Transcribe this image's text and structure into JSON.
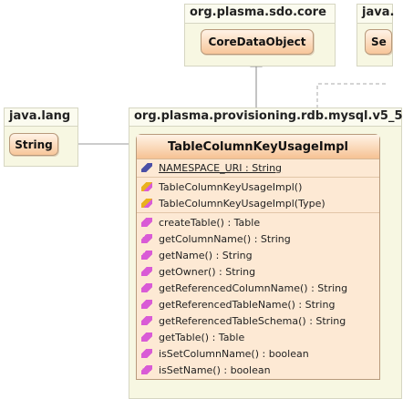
{
  "packages": {
    "core": {
      "name": "org.plasma.sdo.core",
      "class": "CoreDataObject"
    },
    "java_top": {
      "name": "java.",
      "class": "Se"
    },
    "java_lang": {
      "name": "java.lang",
      "class": "String"
    },
    "main": {
      "name": "org.plasma.provisioning.rdb.mysql.v5_5"
    }
  },
  "main_class": {
    "name": "TableColumnKeyUsageImpl",
    "fields": [
      {
        "label": "NAMESPACE_URI : String",
        "icon": "field-icon"
      }
    ],
    "constructors": [
      {
        "label": "TableColumnKeyUsageImpl()",
        "icon": "constructor-icon"
      },
      {
        "label": "TableColumnKeyUsageImpl(Type)",
        "icon": "constructor-icon"
      }
    ],
    "operations": [
      {
        "label": "createTable() : Table",
        "icon": "method-icon"
      },
      {
        "label": "getColumnName() : String",
        "icon": "method-icon"
      },
      {
        "label": "getName() : String",
        "icon": "method-icon"
      },
      {
        "label": "getOwner() : String",
        "icon": "method-icon"
      },
      {
        "label": "getReferencedColumnName() : String",
        "icon": "method-icon"
      },
      {
        "label": "getReferencedTableName() : String",
        "icon": "method-icon"
      },
      {
        "label": "getReferencedTableSchema() : String",
        "icon": "method-icon"
      },
      {
        "label": "getTable() : Table",
        "icon": "method-icon"
      },
      {
        "label": "isSetColumnName() : boolean",
        "icon": "method-icon"
      },
      {
        "label": "isSetName() : boolean",
        "icon": "method-icon"
      }
    ]
  },
  "colors": {
    "package_fill": "#f7f7e2",
    "class_fill": "#fde9d4",
    "class_header": "#f6c293"
  }
}
